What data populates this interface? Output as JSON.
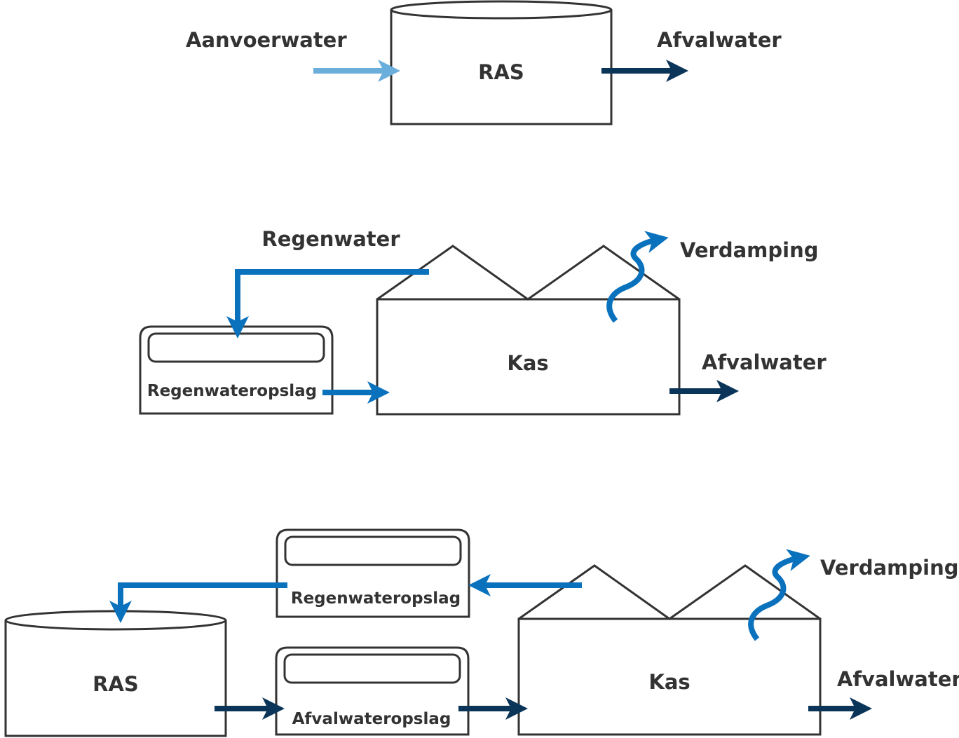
{
  "colors": {
    "supply": "#6aaedb",
    "rain": "#0a72bd",
    "waste": "#0b3558",
    "outline": "#333333"
  },
  "diagram1": {
    "tank": "RAS",
    "inflow": "Aanvoerwater",
    "outflow": "Afvalwater"
  },
  "diagram2": {
    "rain": "Regenwater",
    "storage": "Regenwateropslag",
    "greenhouse": "Kas",
    "evaporation": "Verdamping",
    "outflow": "Afvalwater"
  },
  "diagram3": {
    "tank": "RAS",
    "rain_storage": "Regenwateropslag",
    "waste_storage": "Afvalwateropslag",
    "greenhouse": "Kas",
    "evaporation": "Verdamping",
    "outflow": "Afvalwater"
  }
}
